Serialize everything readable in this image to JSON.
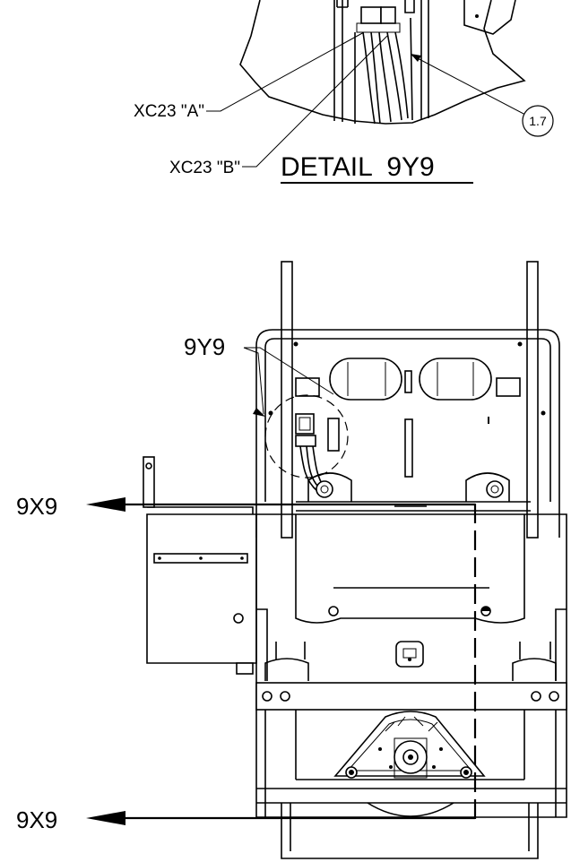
{
  "detail": {
    "title": "DETAIL  9Y9",
    "callout_a": "XC23 \"A\"",
    "callout_b": "XC23 \"B\"",
    "balloon": "1.7"
  },
  "main_view": {
    "detail_ref": "9Y9",
    "section_top": "9X9",
    "section_bottom": "9X9"
  }
}
